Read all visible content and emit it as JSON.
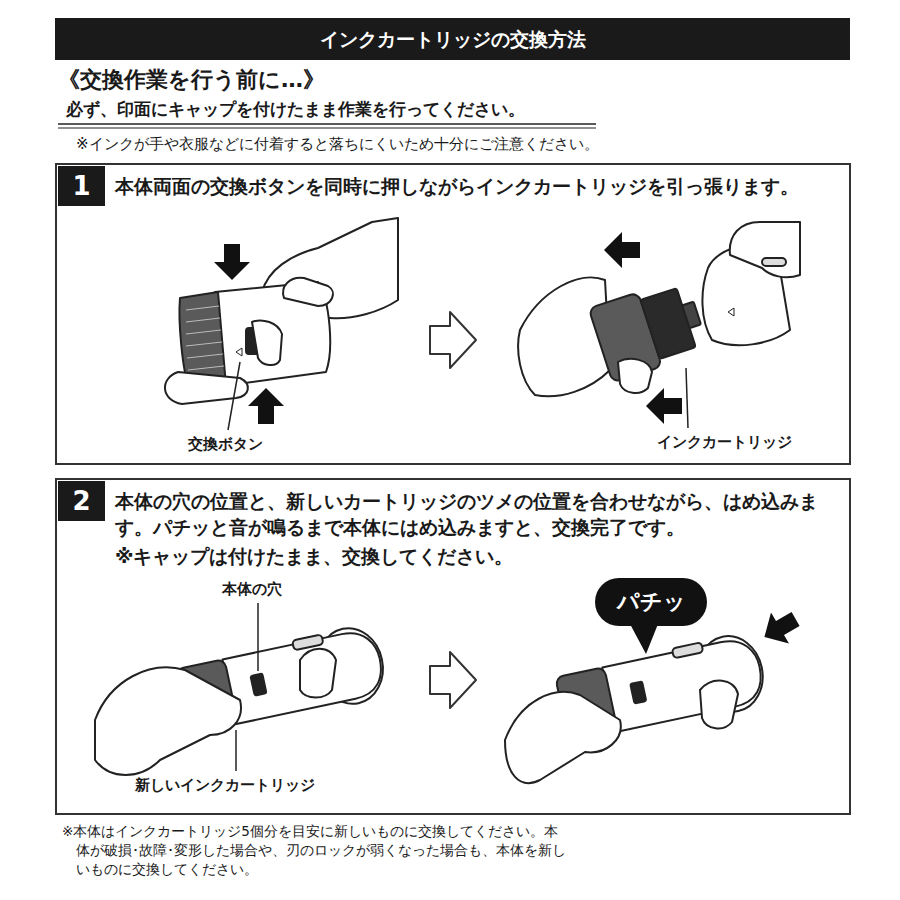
{
  "diagram": {
    "title": "インクカートリッジの交換方法",
    "nodes": [
      {
        "text": [
          "本体両面の交換ボタンを同時に押しながらインクカートリッジを引っ張ります。"
        ]
      },
      {
        "text": [
          "1"
        ],
        "in": 0
      },
      {
        "text": [
          "本体の穴の位置と、新しいカートリッジのツメの位置を合わせながら、はめ込みます。パチッと音が鳴るまで本体にはめ込みますと、交換完了です。",
          "※キャップは付けたまま、交換してください。"
        ]
      },
      {
        "text": [
          "2"
        ],
        "in": 2
      },
      {
        "text": [
          "パチッ"
        ],
        "in": 2
      }
    ],
    "labels": [
      "《交換作業を行う前に…》",
      "必ず、印面にキャップを付けたまま作業を行ってください。",
      "※インクが手や衣服などに付着すると落ちにくいため十分にご注意ください。",
      "交換ボタン",
      "インクカートリッジ",
      "本体の穴",
      "新しいインクカートリッジ",
      "※本体はインクカートリッジ5個分を目安に新しいものに交換してください。本体が破損･故障･変形した場合や、刃のロックが弱くなった場合も、本体を新しいものに交換してください。"
    ]
  }
}
